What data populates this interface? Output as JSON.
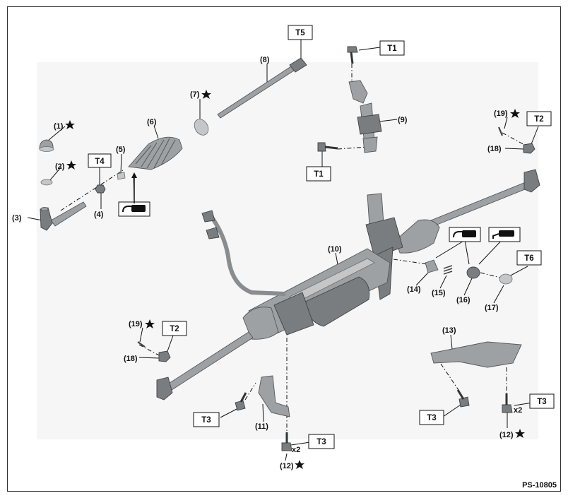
{
  "figure_id": "PS-10805",
  "parts": [
    {
      "num": "(1)",
      "star": true
    },
    {
      "num": "(2)",
      "star": true
    },
    {
      "num": "(3)",
      "star": false
    },
    {
      "num": "(4)",
      "star": false
    },
    {
      "num": "(5)",
      "star": false
    },
    {
      "num": "(6)",
      "star": false
    },
    {
      "num": "(7)",
      "star": true
    },
    {
      "num": "(8)",
      "star": false
    },
    {
      "num": "(9)",
      "star": false
    },
    {
      "num": "(10)",
      "star": false
    },
    {
      "num": "(11)",
      "star": false
    },
    {
      "num": "(12)",
      "star": true
    },
    {
      "num": "(13)",
      "star": false
    },
    {
      "num": "(14)",
      "star": false
    },
    {
      "num": "(15)",
      "star": false
    },
    {
      "num": "(16)",
      "star": false
    },
    {
      "num": "(17)",
      "star": false
    },
    {
      "num": "(18)",
      "star": false
    },
    {
      "num": "(19)",
      "star": true
    }
  ],
  "torque_labels": [
    "T1",
    "T2",
    "T3",
    "T4",
    "T5",
    "T6"
  ],
  "quantity_label": "x2",
  "grease_icons": [
    "grease-tube-icon",
    "grease-brush-icon"
  ],
  "colors": {
    "part_fill": "#9ea1a4",
    "part_stroke": "#55585b",
    "background": "#ffffff",
    "canvas": "#f6f6f6"
  }
}
